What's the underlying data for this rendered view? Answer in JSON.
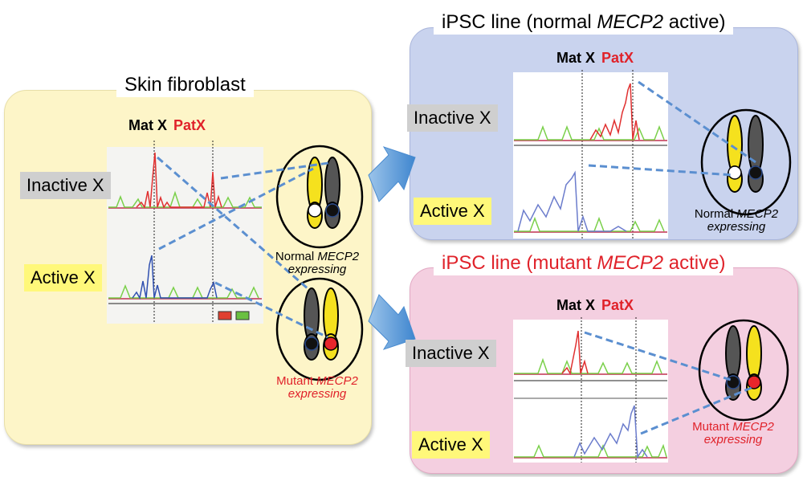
{
  "skin": {
    "title": "Skin fibroblast",
    "mat_label": "Mat X",
    "pat_label": "PatX",
    "inactive_label": "Inactive X",
    "active_label": "Active X",
    "normal_caption": {
      "prefix": "Normal ",
      "gene": "MECP2",
      "line2": "expressing"
    },
    "mutant_caption": {
      "prefix": "Mutant ",
      "gene": "MECP2",
      "line2": "expressing"
    }
  },
  "normal_ipsc": {
    "title_prefix": "iPSC line  (normal ",
    "title_gene": "MECP2",
    "title_suffix": " active)",
    "mat_label": "Mat X",
    "pat_label": "PatX",
    "inactive_label": "Inactive X",
    "active_label": "Active X",
    "caption": {
      "prefix": "Normal ",
      "gene": "MECP2",
      "line2": "expressing"
    }
  },
  "mutant_ipsc": {
    "title_prefix": "iPSC line  (mutant ",
    "title_gene": "MECP2",
    "title_suffix": " active)",
    "mat_label": "Mat X",
    "pat_label": "PatX",
    "inactive_label": "Inactive X",
    "active_label": "Active X",
    "caption": {
      "prefix": "Mutant ",
      "gene": "MECP2",
      "line2": "expressing"
    }
  },
  "colors": {
    "yellow_chromosome": "#f5e11e",
    "dark_chromosome": "#555555",
    "mutant_allele": "#e8262b",
    "normal_allele": "#ffffff",
    "arrow": "#5b9bd5",
    "red_trace": "#e03030",
    "blue_trace": "#3050b0",
    "green_trace": "#7ad04a"
  }
}
